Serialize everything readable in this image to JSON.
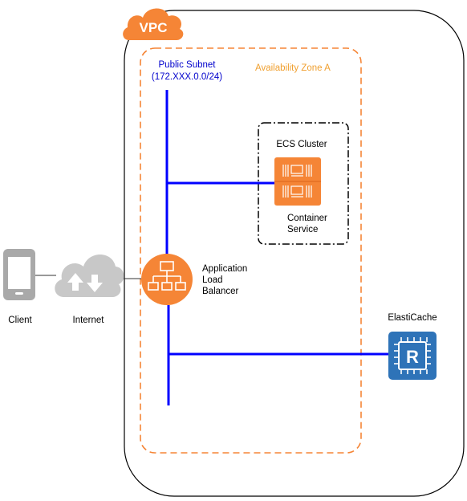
{
  "vpc": {
    "badge_label": "VPC"
  },
  "availability_zone": {
    "label": "Availability Zone A"
  },
  "subnet": {
    "label_line1": "Public Subnet",
    "label_line2": "(172.XXX.0.0/24)"
  },
  "ecs_cluster": {
    "label": "ECS Cluster"
  },
  "container_service": {
    "label_line1": "Container",
    "label_line2": "Service"
  },
  "load_balancer": {
    "label_line1": "Application",
    "label_line2": "Load",
    "label_line3": "Balancer"
  },
  "client": {
    "label": "Client"
  },
  "internet": {
    "label": "Internet"
  },
  "elasticache": {
    "label": "ElastiCache",
    "icon_letter": "R"
  },
  "colors": {
    "aws_orange": "#F58536",
    "link_blue": "#0000FF",
    "subnet_text_blue": "#0000CC",
    "az_text_orange": "#F0A030",
    "elasticache_blue": "#2E73B8",
    "cloud_gray": "#C8C8C8"
  },
  "icons": {
    "client": "mobile-device-icon",
    "internet": "internet-cloud-icon",
    "load_balancer": "application-load-balancer-icon",
    "container": "ecs-container-icon",
    "elasticache": "elasticache-redis-icon",
    "vpc": "vpc-cloud-icon"
  }
}
